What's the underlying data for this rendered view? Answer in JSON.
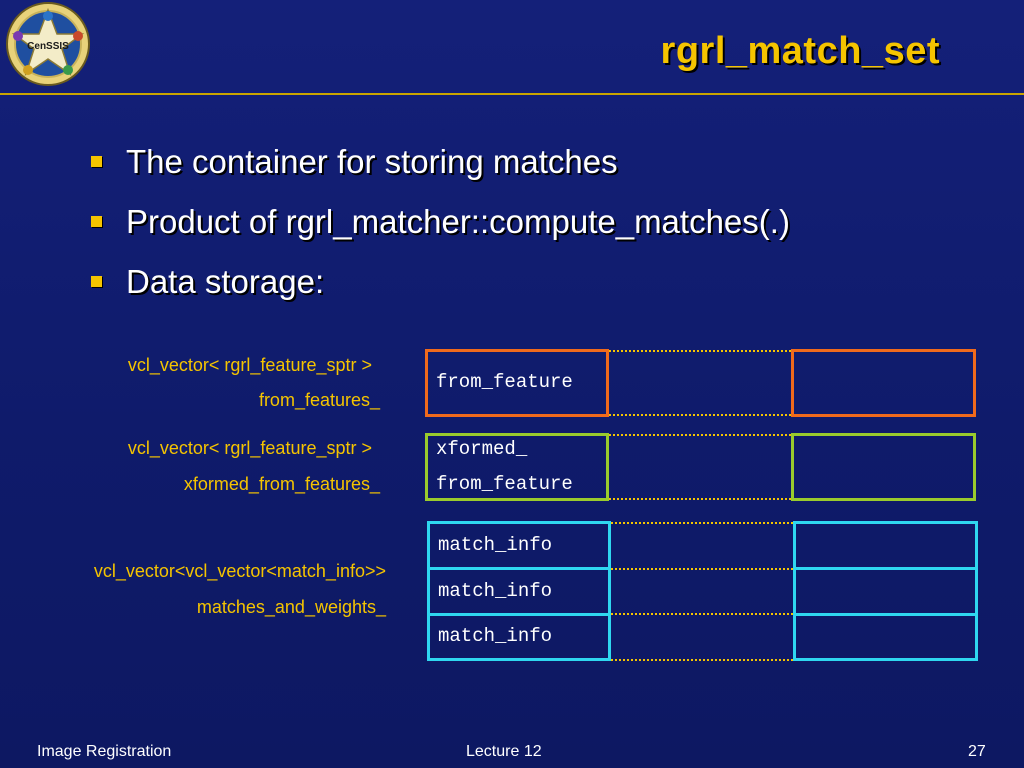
{
  "slide": {
    "title": "rgrl_match_set",
    "logo_text": "CenSSIS",
    "bullets": [
      "The container for storing matches",
      "Product of rgrl_matcher::compute_matches(.)",
      "Data storage:"
    ],
    "rows": [
      {
        "type_label": "vcl_vector< rgrl_feature_sptr >",
        "member_label": "from_features_",
        "cell_lines": [
          "from_feature"
        ]
      },
      {
        "type_label": "vcl_vector< rgrl_feature_sptr >",
        "member_label": "xformed_from_features_",
        "cell_lines": [
          "xformed_",
          "from_feature"
        ]
      },
      {
        "type_label": "vcl_vector<vcl_vector<match_info>>",
        "member_label": "matches_and_weights_",
        "cell_lines": [
          "match_info",
          "match_info",
          "match_info"
        ]
      }
    ],
    "footer": {
      "left": "Image Registration",
      "center": "Lecture 12",
      "page": "27"
    },
    "colors": {
      "background": "#0f1b6e",
      "title": "#f5c400",
      "orange_box": "#f06a1c",
      "green_box": "#9acb2d",
      "cyan_box": "#2fd7f0"
    }
  }
}
